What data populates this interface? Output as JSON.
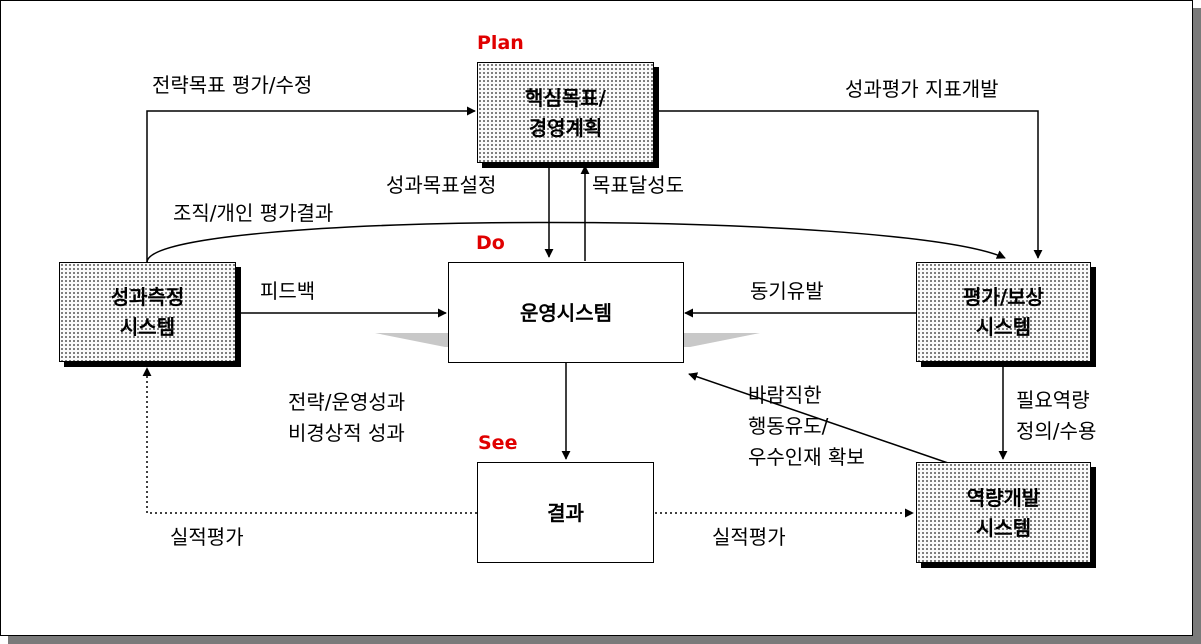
{
  "phases": {
    "plan": "Plan",
    "do": "Do",
    "see": "See"
  },
  "boxes": {
    "core": "핵심목표/\n경영계획",
    "operation": "운영시스템",
    "measurement": "성과측정\n시스템",
    "evaluation": "평가/보상\n시스템",
    "competency": "역량개발\n시스템",
    "result": "결과"
  },
  "labels": {
    "strategy_eval": "전략목표 평가/수정",
    "perf_index": "성과평가 지표개발",
    "goal_setting": "성과목표설정",
    "achievement": "목표달성도",
    "org_eval": "조직/개인 평가결과",
    "feedback": "피드백",
    "motivation": "동기유발",
    "strategic_perf": "전략/운영성과\n비경상적 성과",
    "desirable": "바람직한\n행동유도/\n우수인재 확보",
    "competency_def": "필요역량\n정의/수용",
    "actual_left": "실적평가",
    "actual_right": "실적평가"
  },
  "colors": {
    "phase": "#e00000",
    "border": "#000000"
  }
}
